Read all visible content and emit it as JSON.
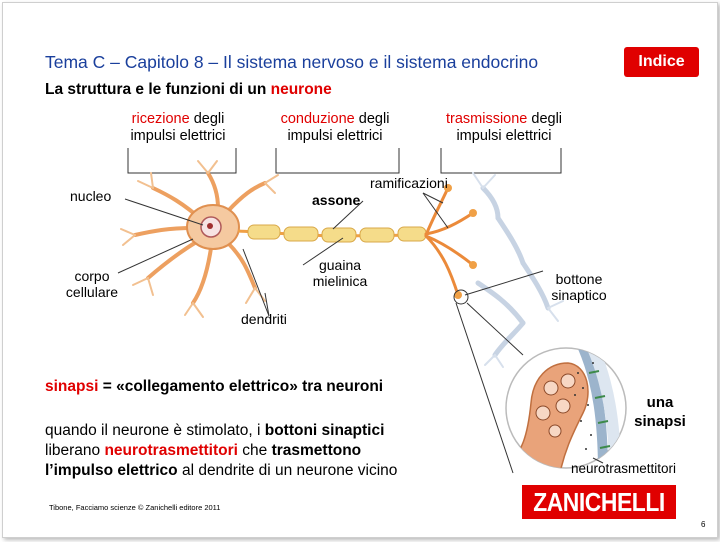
{
  "header": {
    "title": "Tema C – Capitolo 8 – Il sistema nervoso e il sistema endocrino",
    "index_button": "Indice",
    "subtitle_prefix": "La struttura e le funzioni di un ",
    "subtitle_highlight": "neurone"
  },
  "functions": [
    {
      "highlight": "ricezione",
      "rest": " degli",
      "line2": "impulsi elettrici"
    },
    {
      "highlight": "conduzione",
      "rest": " degli",
      "line2": "impulsi elettrici"
    },
    {
      "highlight": "trasmissione",
      "rest": " degli",
      "line2": "impulsi elettrici"
    }
  ],
  "labels": {
    "nucleo": "nucleo",
    "assone": "assone",
    "ramificazioni": "ramificazioni",
    "corpo": "corpo",
    "cellulare": "cellulare",
    "guaina": "guaina",
    "mielinica": "mielinica",
    "bottone": "bottone",
    "sinaptico": "sinaptico",
    "dendriti": "dendriti",
    "una": "una",
    "sinapsi": "sinapsi",
    "neurotrasmettitori": "neurotrasmettitori"
  },
  "definition": {
    "term": "sinapsi",
    "rest": " = «collegamento elettrico» tra neuroni"
  },
  "explanation": {
    "p1": "quando il neurone è stimolato, i ",
    "p2": "bottoni sinaptici",
    "p3": "liberano ",
    "p4": "neurotrasmettitori",
    "p5": " che ",
    "p6": "trasmettono",
    "p7": "l’impulso elettrico",
    "p8": " al dendrite di un neurone vicino"
  },
  "footer": {
    "credit": "Tibone, Facciamo scienze © Zanichelli editore 2011",
    "logo": "ZANICHELLI",
    "page": "6"
  },
  "colors": {
    "title_blue": "#1a3f9c",
    "accent_red": "#e00000",
    "neuron_orange": "#f0a046",
    "myelin_yellow": "#f5dc8a"
  }
}
